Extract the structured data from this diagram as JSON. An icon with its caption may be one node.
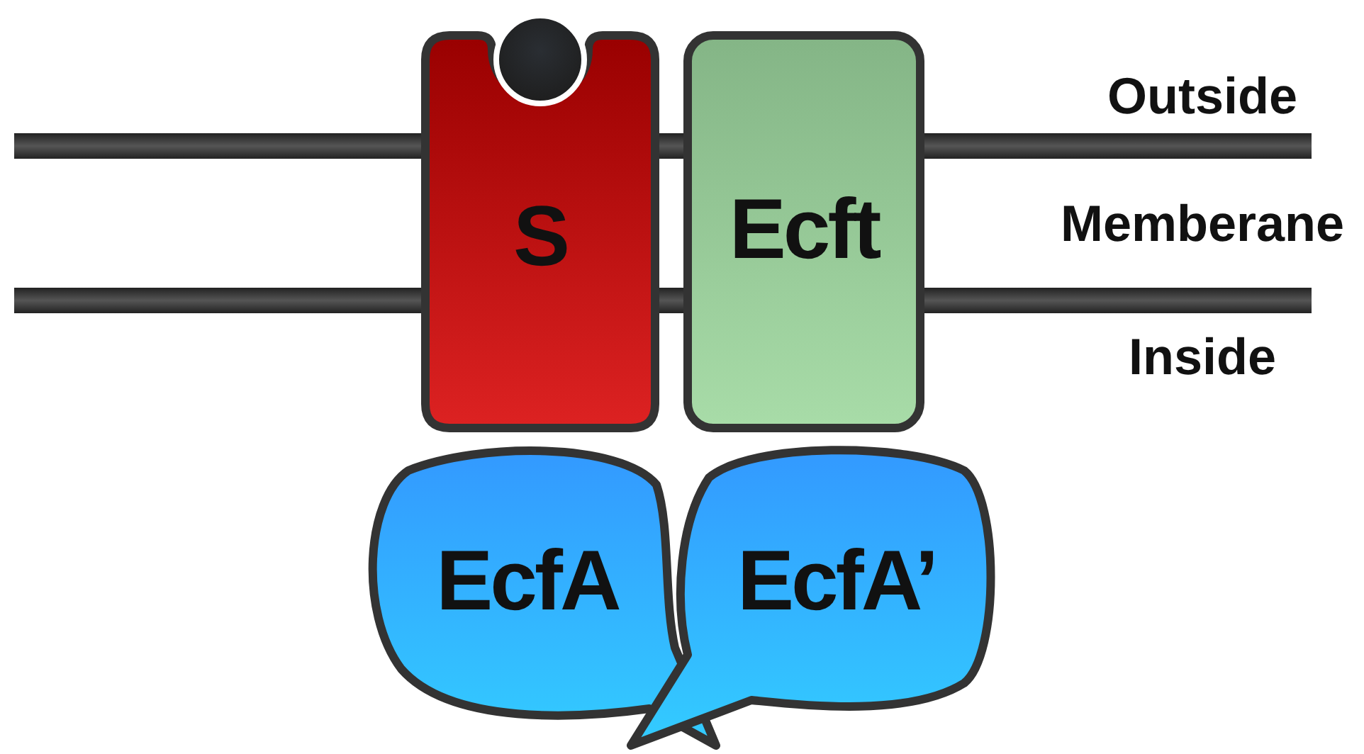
{
  "diagram": {
    "nodes": [
      {
        "text": [
          "S"
        ]
      },
      {
        "text": [
          "Ecft"
        ]
      },
      {
        "text": [
          "EcfA"
        ]
      },
      {
        "text": [
          "EcfA’"
        ]
      }
    ],
    "labels": [
      "Outside",
      "Memberane",
      "Inside"
    ]
  }
}
